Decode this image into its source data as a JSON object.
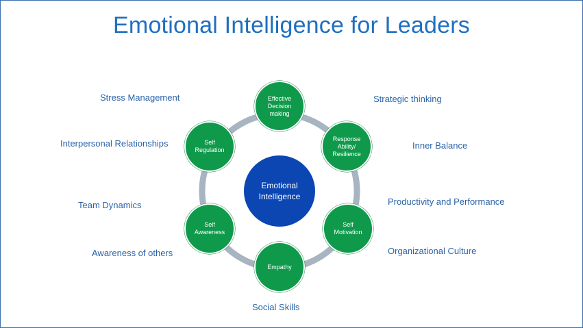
{
  "title": "Emotional Intelligence for Leaders",
  "center": "Emotional\nIntelligence",
  "nodes": {
    "decision": "Effective\nDecision\nmaking",
    "response": "Response\nAbility/\nResilience",
    "motivation": "Self\nMotivation",
    "empathy": "Empathy",
    "awareness": "Self\nAwareness",
    "regulation": "Self\nRegulation"
  },
  "labels": {
    "stress": "Stress Management",
    "interpersonal": "Interpersonal Relationships",
    "team": "Team Dynamics",
    "others": "Awareness of others",
    "social": "Social Skills",
    "strategic": "Strategic thinking",
    "balance": "Inner Balance",
    "productivity": "Productivity and Performance",
    "culture": "Organizational Culture"
  },
  "colors": {
    "title": "#1f6fc0",
    "label": "#2a63a8",
    "node": "#0f9a4b",
    "center": "#0b46b2",
    "ring": "#a8b4c2"
  }
}
